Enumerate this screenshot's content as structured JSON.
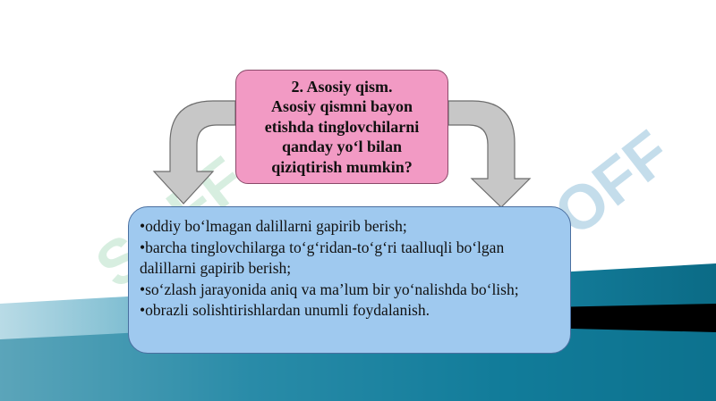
{
  "question_box": {
    "lines": [
      "2. Asosiy qism.",
      "Asosiy qismni bayon",
      "etishda tinglovchilarni",
      "qanday yo‘l bilan",
      "qiziqtirish mumkin?"
    ]
  },
  "answer_box": {
    "items": [
      "•oddiy bo‘lmagan dalillarni gapirib berish;",
      "•barcha tinglovchilarga to‘g‘ridan-to‘g‘ri taalluqli bo‘lgan dalillarni gapirib berish;",
      "•so‘zlash jarayonida aniq va ma’lum bir yo‘nalishda bo‘lish;",
      "•obrazli solishtirishlardan unumli foydalanish."
    ]
  },
  "watermark": {
    "text": "SOFF"
  },
  "colors": {
    "question_fill": "#f29ac4",
    "answer_fill": "#9fc9ef",
    "arrow_fill": "#c7c7c7",
    "band_dark": "#0b6b86",
    "band_black": "#000000"
  }
}
